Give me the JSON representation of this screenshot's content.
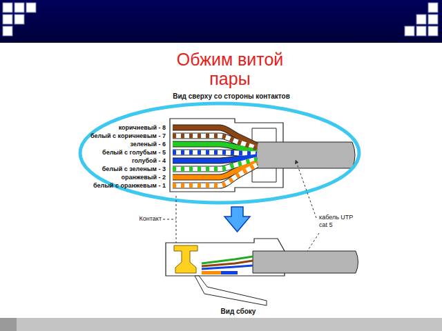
{
  "diagram": {
    "title": "Обжим витой пары",
    "labels": [
      "Вид сверху со стороны контактов",
      "коричневый - 8",
      "белый с коричневым - 7",
      "зеленый - 6",
      "белый с голубым - 5",
      "голубой - 4",
      "белый с зеленым - 3",
      "оранжевый - 2",
      "белый с оранжевым - 1",
      "Контакт",
      "кабель UTP cat 5",
      "Вид сбоку"
    ]
  }
}
